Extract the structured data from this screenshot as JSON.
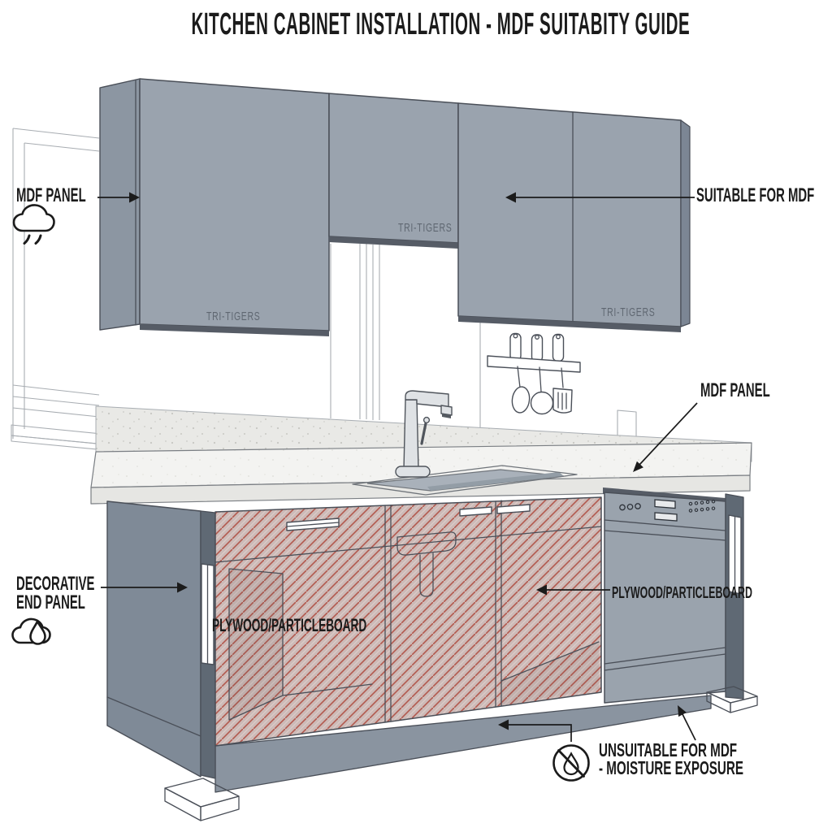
{
  "title": "KITCHEN CABINET INSTALLATION - MDF SUITABITY GUIDE",
  "watermark": {
    "text": "TRI-TIGERS"
  },
  "callouts": {
    "mdf_panel_upper": "MDF PANEL",
    "suitable_for_mdf": "SUITABLE FOR MDF",
    "mdf_panel_countertop": "MDF PANEL",
    "decorative_end_panel": {
      "line1": "DECORATIVE",
      "line2": "END PANEL"
    },
    "plywood_left": "PLYWOOD/PARTICLEBOARD",
    "plywood_right": "PLYWOOD/PARTICLEBOARD",
    "unsuitable": {
      "line1": "UNSUITABLE FOR MDF",
      "line2": "- MOISTURE EXPOSURE"
    }
  },
  "icons": {
    "rain_cloud": "rain-cloud-icon",
    "moisture_cloud": "moisture-drop-cloud-icon",
    "no_moisture": "no-moisture-crossed-drop-icon"
  },
  "colors": {
    "ink": "#1b1b1b",
    "outline": "#4a4f58",
    "cabinet": "#9aa3ae",
    "cabinet_side": "#8c96a2",
    "cabinet_dark": "#7c8694",
    "band": "#565c66",
    "hatch_bg": "#cdbab7",
    "hatch_line": "#b2594e",
    "hatch_line_light": "#decfcb",
    "counter": "#f3f3f1",
    "counter_edge": "#e6e6e3",
    "backsplash": "#e9e9e6",
    "end_panel": "#7f8a97",
    "end_panel_dark": "#5f6974",
    "toe_kick": "#8a94a0",
    "dw_front": "#9aa3ad",
    "basin": "#a9b1ba",
    "watermark": "#59616b",
    "wall_line": "#a8adb2"
  }
}
